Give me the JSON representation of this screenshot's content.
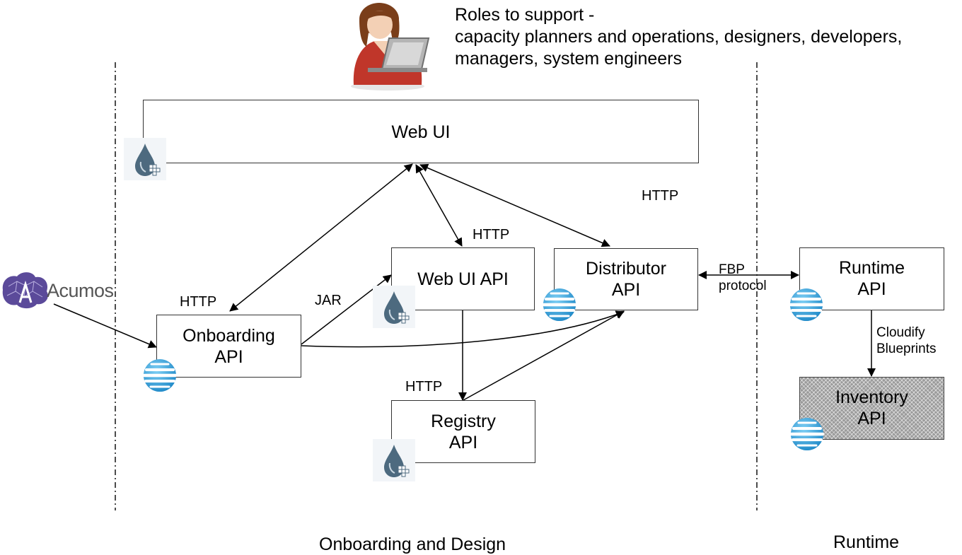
{
  "roles": {
    "line1": "Roles to support -",
    "line2": "capacity planners and operations, designers, developers,",
    "line3": "managers, system engineers"
  },
  "boxes": {
    "web_ui": "Web UI",
    "web_ui_api": "Web UI API",
    "distributor_api": "Distributor\nAPI",
    "runtime_api": "Runtime\nAPI",
    "onboarding_api": "Onboarding\nAPI",
    "registry_api": "Registry\nAPI",
    "inventory_api": "Inventory\nAPI"
  },
  "labels": {
    "http_top_right": "HTTP",
    "http_web_ui_api": "HTTP",
    "http_onboarding": "HTTP",
    "jar": "JAR",
    "http_registry": "HTTP",
    "fbp_line1": "FBP",
    "fbp_line2": "protocol",
    "cloudify_line1": "Cloudify",
    "cloudify_line2": "Blueprints"
  },
  "acumos": {
    "logo_text": "Acumos",
    "brand_color": "#5b4a9a"
  },
  "sections": {
    "onboarding_design": "Onboarding and Design",
    "runtime": "Runtime"
  },
  "icons": {
    "drop": "drop-logo-icon",
    "globe": "att-globe-icon",
    "person": "user-with-laptop-icon"
  }
}
